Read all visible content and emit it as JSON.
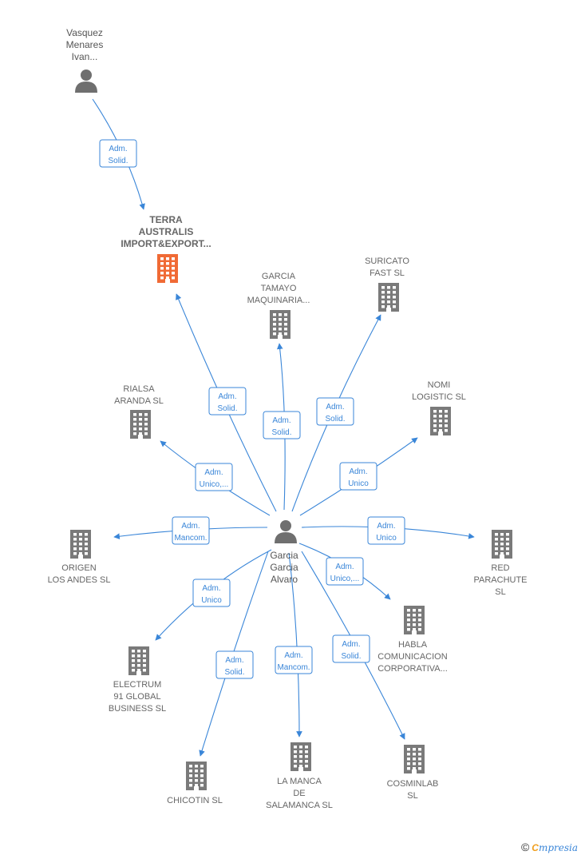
{
  "center_person": {
    "label": [
      "Garcia",
      "Garcia",
      "Alvaro"
    ]
  },
  "top_person": {
    "label": [
      "Vasquez",
      "Menares",
      "Ivan..."
    ]
  },
  "companies": [
    {
      "id": "terra",
      "label": [
        "TERRA",
        "AUSTRALIS",
        "IMPORT&EXPORT..."
      ],
      "highlight": true
    },
    {
      "id": "garcia_tamayo",
      "label": [
        "GARCIA",
        "TAMAYO",
        "MAQUINARIA..."
      ]
    },
    {
      "id": "suricato",
      "label": [
        "SURICATO",
        "FAST SL"
      ]
    },
    {
      "id": "rialsa",
      "label": [
        "RIALSA",
        "ARANDA SL"
      ]
    },
    {
      "id": "nomi",
      "label": [
        "NOMI",
        "LOGISTIC SL"
      ]
    },
    {
      "id": "origen",
      "label": [
        "ORIGEN",
        "LOS ANDES SL"
      ]
    },
    {
      "id": "red",
      "label": [
        "RED",
        "PARACHUTE",
        "SL"
      ]
    },
    {
      "id": "habla",
      "label": [
        "HABLA",
        "COMUNICACION",
        "CORPORATIVA..."
      ]
    },
    {
      "id": "electrum",
      "label": [
        "ELECTRUM",
        "91 GLOBAL",
        "BUSINESS SL"
      ]
    },
    {
      "id": "chicotin",
      "label": [
        "CHICOTIN SL"
      ]
    },
    {
      "id": "la_manca",
      "label": [
        "LA MANCA",
        "DE",
        "SALAMANCA SL"
      ]
    },
    {
      "id": "cosminlab",
      "label": [
        "COSMINLAB",
        "SL"
      ]
    }
  ],
  "edges": [
    {
      "from": "top_person",
      "to": "terra_top",
      "label": [
        "Adm.",
        "Solid."
      ]
    },
    {
      "from": "center",
      "to": "terra",
      "label": [
        "Adm.",
        "Solid."
      ]
    },
    {
      "from": "center",
      "to": "garcia_tamayo",
      "label": [
        "Adm.",
        "Solid."
      ]
    },
    {
      "from": "center",
      "to": "suricato",
      "label": [
        "Adm.",
        "Solid."
      ]
    },
    {
      "from": "center",
      "to": "rialsa",
      "label": [
        "Adm.",
        "Unico,..."
      ]
    },
    {
      "from": "center",
      "to": "nomi",
      "label": [
        "Adm.",
        "Unico"
      ]
    },
    {
      "from": "center",
      "to": "origen",
      "label": [
        "Adm.",
        "Mancom."
      ]
    },
    {
      "from": "center",
      "to": "red",
      "label": [
        "Adm.",
        "Unico"
      ]
    },
    {
      "from": "center",
      "to": "habla",
      "label": [
        "Adm.",
        "Unico,..."
      ]
    },
    {
      "from": "center",
      "to": "electrum",
      "label": [
        "Adm.",
        "Unico"
      ]
    },
    {
      "from": "center",
      "to": "chicotin",
      "label": [
        "Adm.",
        "Solid."
      ]
    },
    {
      "from": "center",
      "to": "la_manca",
      "label": [
        "Adm.",
        "Mancom."
      ]
    },
    {
      "from": "center",
      "to": "cosminlab",
      "label": [
        "Adm.",
        "Solid."
      ]
    }
  ],
  "footer": {
    "copyright": "©",
    "brand_first": "C",
    "brand_rest": "mpresia"
  },
  "colors": {
    "edge": "#3a86d8",
    "building": "#7a7a7a",
    "highlight": "#f06a35"
  }
}
